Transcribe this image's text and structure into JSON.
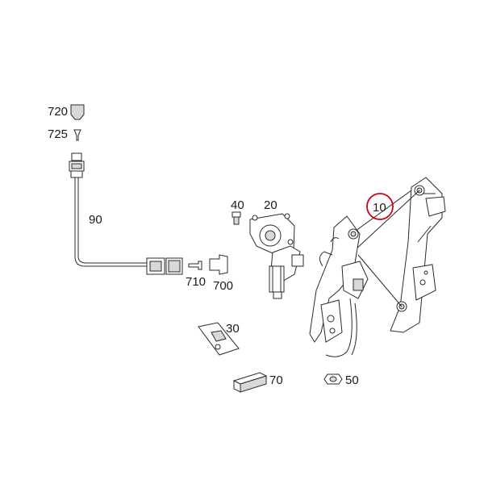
{
  "diagram": {
    "highlight_color": "#d0021b",
    "labels": {
      "p720": "720",
      "p725": "725",
      "p90": "90",
      "p40": "40",
      "p20": "20",
      "p10": "10",
      "p710": "710",
      "p700": "700",
      "p30": "30",
      "p70": "70",
      "p50": "50"
    },
    "highlighted_part": "10"
  }
}
